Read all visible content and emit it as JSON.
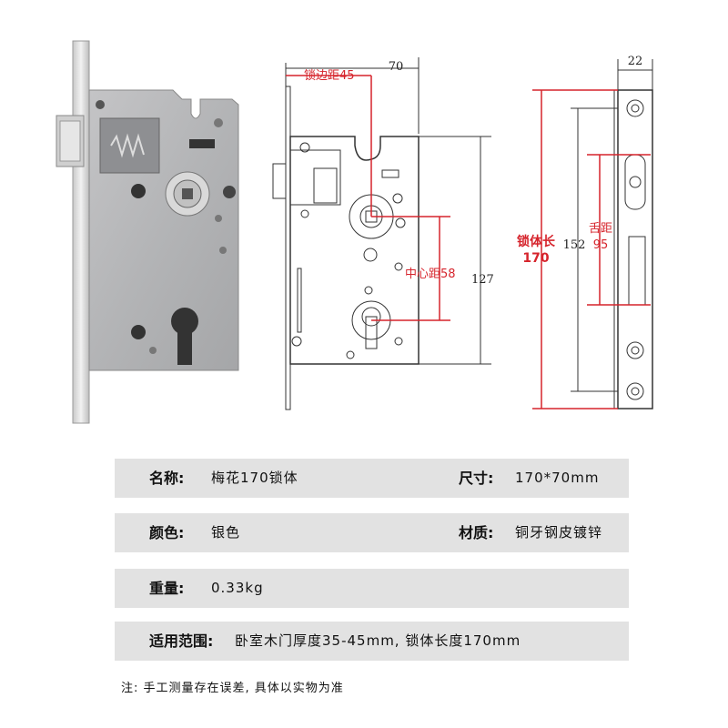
{
  "dimensions": {
    "backset": "锁边距45",
    "width_top": "70",
    "center_distance": "中心距58",
    "height_127": "127",
    "thickness": "22",
    "body_length_label": "锁体长",
    "body_length_value": "170",
    "height_152": "152",
    "latch_label": "舌距",
    "latch_value": "95"
  },
  "specs": [
    {
      "label": "名称:",
      "value": "梅花170锁体",
      "label2": "尺寸:",
      "value2": "170*70mm"
    },
    {
      "label": "颜色:",
      "value": "银色",
      "label2": "材质:",
      "value2": "铜牙钢皮镀锌"
    },
    {
      "label": "重量:",
      "value": "0.33kg"
    },
    {
      "label": "适用范围:",
      "value": "卧室木门厚度35-45mm, 锁体长度170mm"
    }
  ],
  "note": "注: 手工测量存在误差, 具体以实物为准",
  "colors": {
    "accent": "#d6242c",
    "row_bg": "#e2e2e2"
  }
}
